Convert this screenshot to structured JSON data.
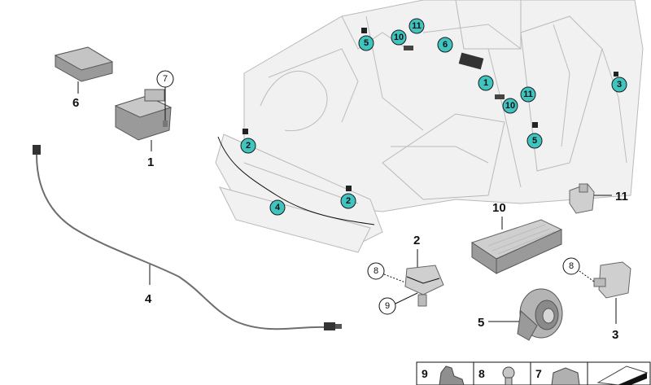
{
  "teal_callouts": [
    {
      "id": "c1",
      "label": "11"
    },
    {
      "id": "c2",
      "label": "10"
    },
    {
      "id": "c3",
      "label": "5"
    },
    {
      "id": "c4",
      "label": "6"
    },
    {
      "id": "c5",
      "label": "1"
    },
    {
      "id": "c6",
      "label": "11"
    },
    {
      "id": "c7",
      "label": "10"
    },
    {
      "id": "c8",
      "label": "5"
    },
    {
      "id": "c9",
      "label": "3"
    },
    {
      "id": "c10",
      "label": "2"
    },
    {
      "id": "c11",
      "label": "4"
    },
    {
      "id": "c12",
      "label": "2"
    }
  ],
  "part_labels": {
    "p6": "6",
    "p7": "7",
    "p1": "1",
    "p4": "4",
    "p2": "2",
    "p8a": "8",
    "p9a": "9",
    "p10": "10",
    "p11": "11",
    "p5": "5",
    "p8b": "8",
    "p3": "3"
  },
  "legend": {
    "item9": "9",
    "item8": "8",
    "item7": "7"
  }
}
